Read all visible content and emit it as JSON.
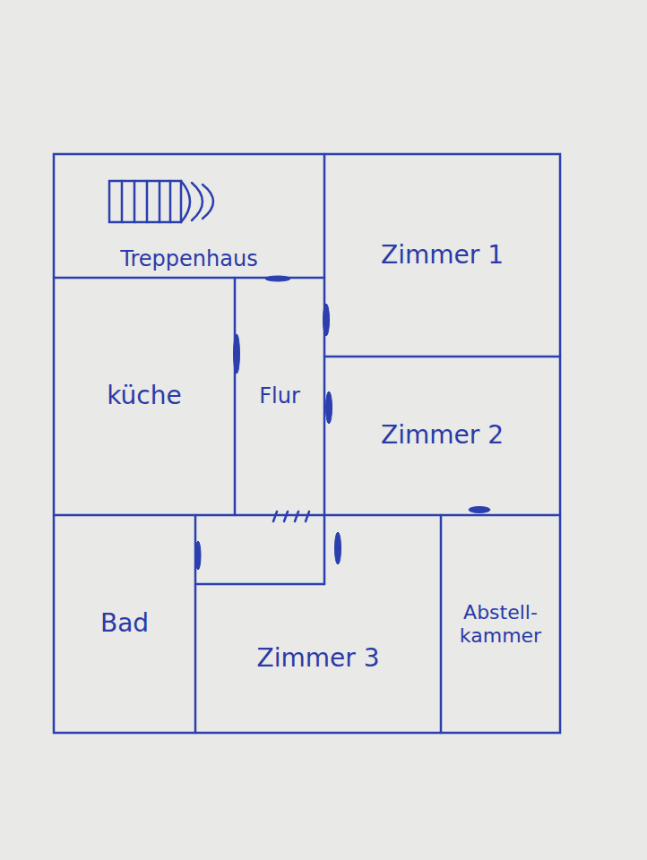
{
  "diagram": {
    "nodes": [
      {
        "text": [
          "Treppenhaus"
        ]
      },
      {
        "text": [
          "Zimmer 1"
        ]
      },
      {
        "text": [
          "küche"
        ]
      },
      {
        "text": [
          "Flur"
        ]
      },
      {
        "text": [
          "Zimmer 2"
        ]
      },
      {
        "text": [
          "Bad"
        ]
      },
      {
        "text": [
          "Zimmer 3"
        ]
      },
      {
        "text": [
          "Abstell- kammer"
        ]
      }
    ]
  }
}
